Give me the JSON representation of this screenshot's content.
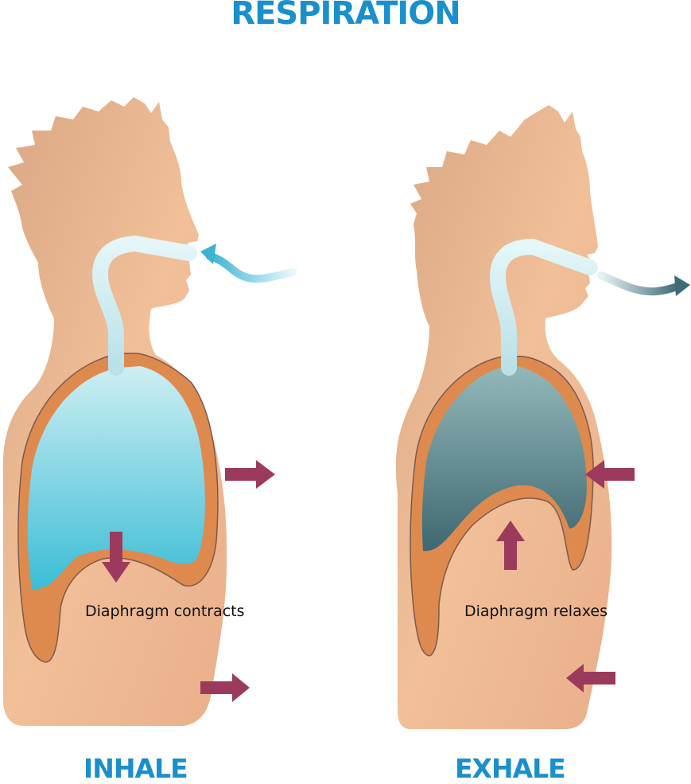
{
  "title": "RESPIRATION",
  "panels": {
    "inhale": {
      "label": "INHALE",
      "caption": "Diaphragm contracts"
    },
    "exhale": {
      "label": "EXHALE",
      "caption": "Diaphragm relaxes"
    }
  },
  "colors": {
    "title_blue": "#1b8fcc",
    "skin": "#edb58e",
    "rib_wall": "#de8a4e",
    "inhale_lung_top": "#cdeef2",
    "inhale_lung_bottom": "#3cbdd6",
    "exhale_lung_top": "#8fb4b6",
    "exhale_lung_bottom": "#3e6870",
    "arrow": "#9c3a5e"
  }
}
